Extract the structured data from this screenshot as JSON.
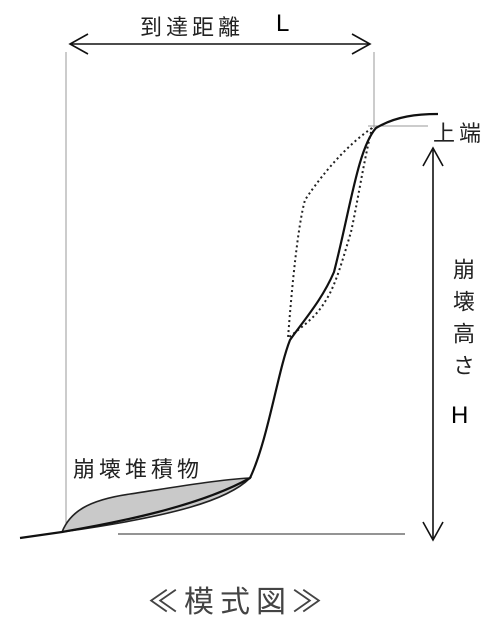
{
  "labels": {
    "reach_distance": "到達距離",
    "reach_symbol": "L",
    "top_edge": "上端",
    "collapse_height": "崩壊高さ",
    "height_symbol": "H",
    "debris": "崩壊堆積物",
    "caption": "≪模式図≫"
  }
}
